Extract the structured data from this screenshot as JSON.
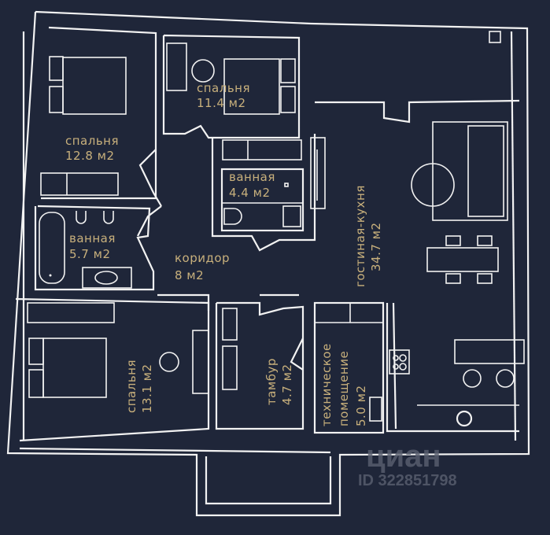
{
  "rooms": [
    {
      "name": "спальня",
      "area": "12.8 м2"
    },
    {
      "name": "спальня",
      "area": "11.4 м2"
    },
    {
      "name": "ванная",
      "area": "4.4 м2"
    },
    {
      "name": "ванная",
      "area": "5.7 м2"
    },
    {
      "name": "коридор",
      "area": "8 м2"
    },
    {
      "name": "гостиная-кухня",
      "area": "34.7 м2"
    },
    {
      "name": "спальня",
      "area": "13.1 м2"
    },
    {
      "name": "тамбур",
      "area": "4.7 м2"
    },
    {
      "name": "техническое",
      "name2": "помещение",
      "area": "5.0 м2"
    }
  ],
  "watermark": {
    "brand": "циан",
    "id": "ID 322851798"
  },
  "colors": {
    "background": "#1f2639",
    "walls": "#f2f2f2",
    "labels": "#c8b07c"
  }
}
